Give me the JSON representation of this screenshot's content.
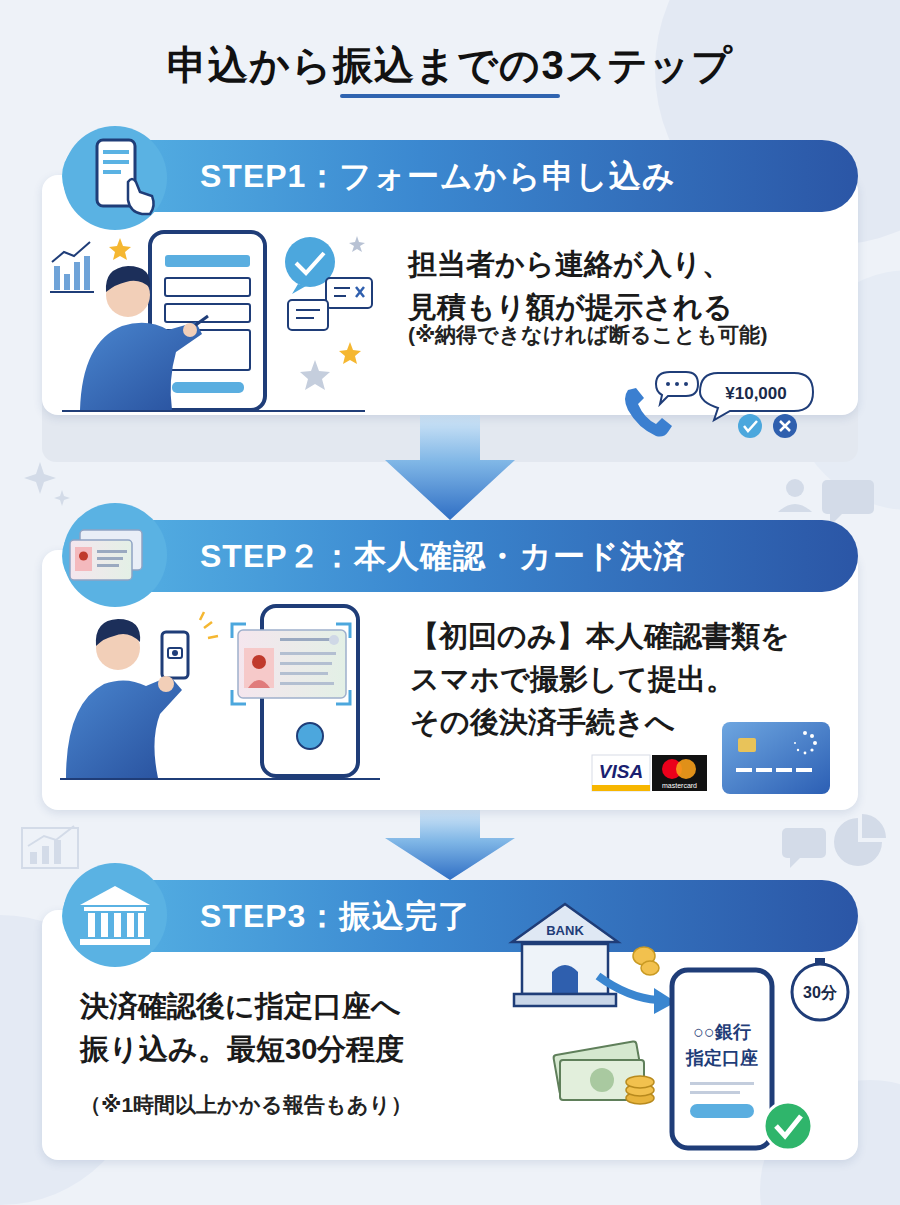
{
  "diagram": {
    "title": "申込から振込までの3ステップ",
    "nodes": [
      {
        "text": [
          "STEP1：フォームから申し込み",
          "担当者から連絡が入り、 見積もり額が提示される",
          "(※納得できなければ断ることも可能)"
        ]
      },
      {
        "text": [
          "STEP２：本人確認・カード決済",
          "【初回のみ】本人確認書類を スマホで撮影して提出。 その後決済手続きへ"
        ]
      },
      {
        "text": [
          "STEP3：振込完了",
          "決済確認後に指定口座へ 振り込み。最短30分程度",
          "（※1時間以上かかる報告もあり）"
        ]
      }
    ],
    "edges": [
      {
        "from": 0,
        "to": 1,
        "arrow": "to"
      },
      {
        "from": 1,
        "to": 2,
        "arrow": "to"
      }
    ],
    "labels": [
      "¥10,000",
      "VISA",
      "mastercard",
      "BANK",
      "○○銀行",
      "指定口座",
      "30分"
    ]
  }
}
